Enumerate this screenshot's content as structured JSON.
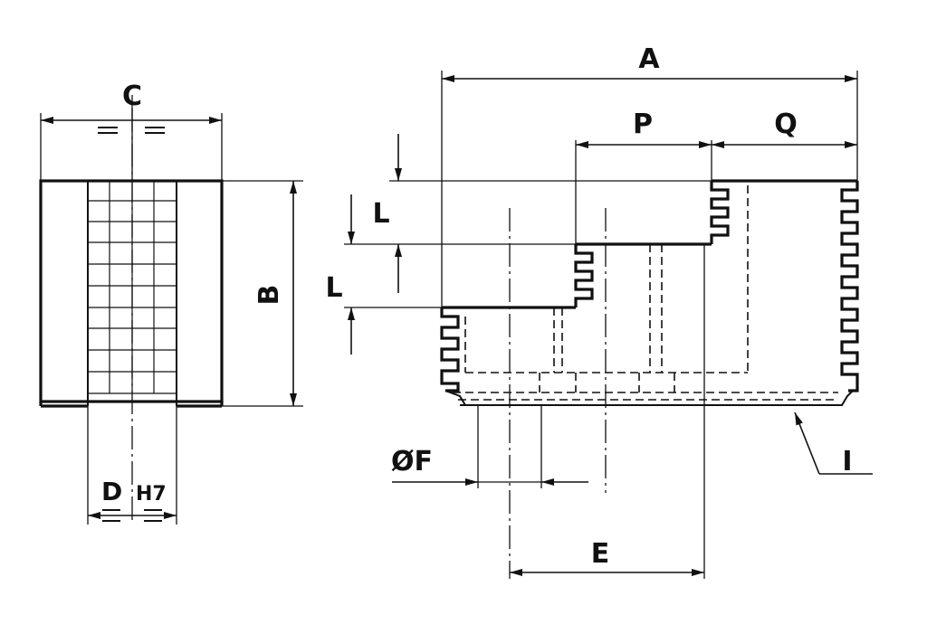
{
  "labels": {
    "a": "A",
    "b": "B",
    "c": "C",
    "d": "D",
    "h7": "H7",
    "e": "E",
    "f": "ØF",
    "l_upper": "L",
    "l_lower": "L",
    "p": "P",
    "q": "Q",
    "i": "I"
  }
}
